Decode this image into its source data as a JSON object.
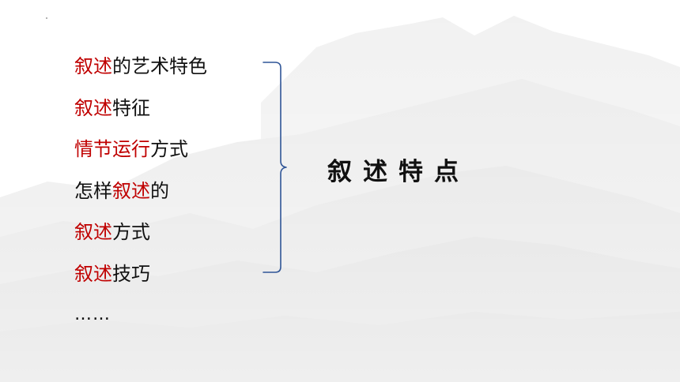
{
  "slide": {
    "list_items": [
      [
        {
          "text": "叙述",
          "hl": true
        },
        {
          "text": "的艺术特色",
          "hl": false
        }
      ],
      [
        {
          "text": "叙述",
          "hl": true
        },
        {
          "text": "特征",
          "hl": false
        }
      ],
      [
        {
          "text": "情节运行",
          "hl": true
        },
        {
          "text": "方式",
          "hl": false
        }
      ],
      [
        {
          "text": "怎样",
          "hl": false
        },
        {
          "text": "叙述",
          "hl": true
        },
        {
          "text": "的",
          "hl": false
        }
      ],
      [
        {
          "text": "叙述",
          "hl": true
        },
        {
          "text": "方式",
          "hl": false
        }
      ],
      [
        {
          "text": "叙述",
          "hl": true
        },
        {
          "text": "技巧",
          "hl": false
        }
      ]
    ],
    "ellipsis": "……",
    "summary": "叙述特点"
  },
  "colors": {
    "highlight": "#c00000",
    "text": "#111111",
    "brace": "#2f5597"
  },
  "icons": {
    "brace": "right-curly-brace"
  }
}
